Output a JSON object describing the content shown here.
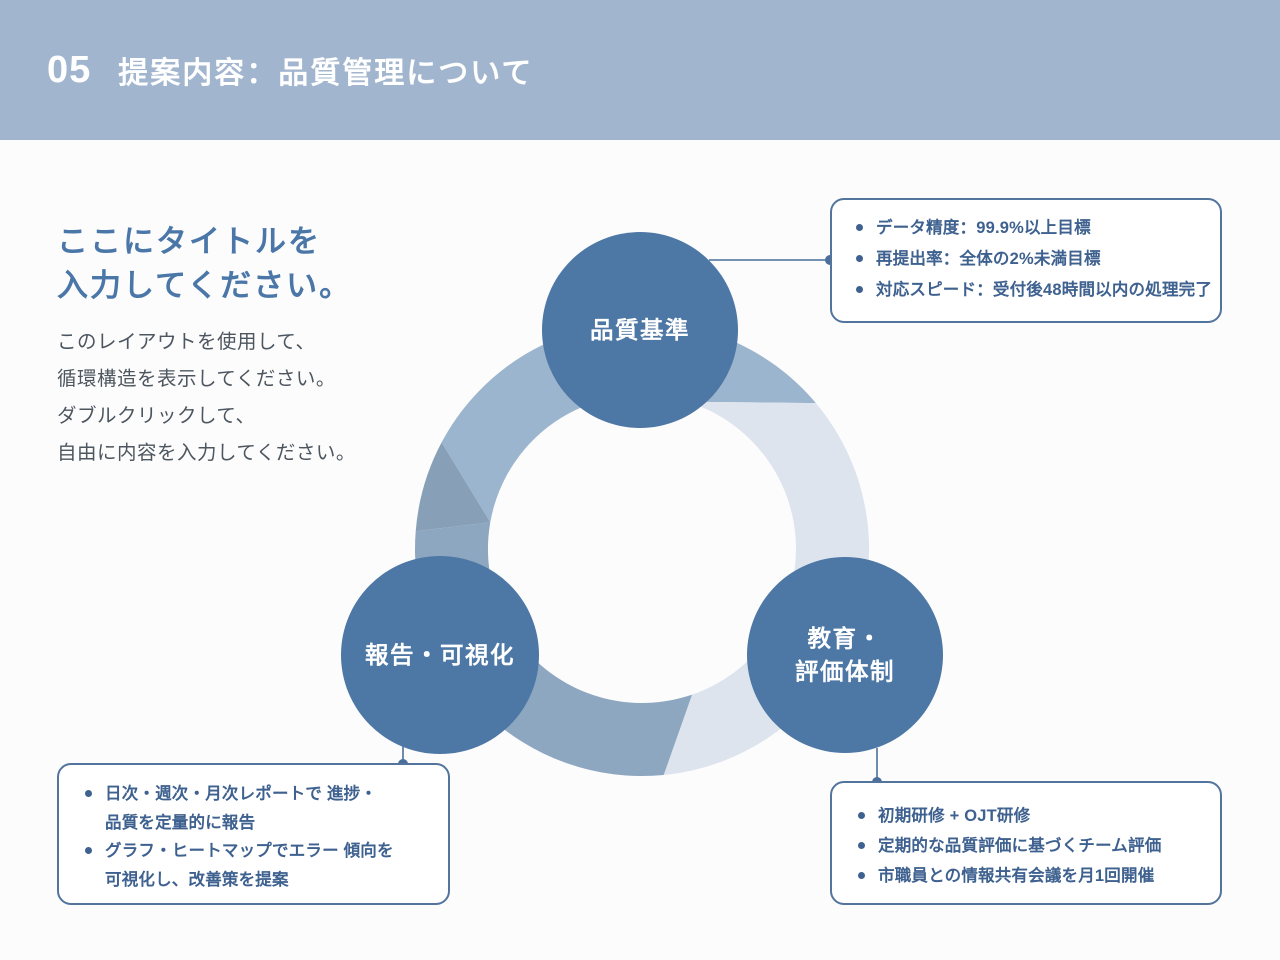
{
  "colors": {
    "banner": "#a1b6ce",
    "accent_blue": "#4d77a4",
    "ring_medium": "#9cb5ce",
    "ring_light": "#dde4ee",
    "ring_deep": "#8ea7c0",
    "ring_wedge": "#87a0b8",
    "connector": "#4a6f9a",
    "callout_border": "#53759d",
    "callout_text": "#3e618f",
    "title_text": "#4a76a8",
    "body_text": "#4d565f"
  },
  "header": {
    "number": "05",
    "title": "提案内容：品質管理について"
  },
  "intro": {
    "title": "ここにタイトルを\n入力してください。",
    "body": "このレイアウトを使用して、\n循環構造を表示してください。\nダブルクリックして、\n自由に内容を入力してください。"
  },
  "cycle": {
    "nodes": [
      {
        "id": "quality-standards",
        "label": "品質基準"
      },
      {
        "id": "reporting-visualization",
        "label": "報告・可視化"
      },
      {
        "id": "education-evaluation",
        "label": "教育・\n評価体制"
      }
    ]
  },
  "callouts": [
    {
      "id": "quality-standards",
      "items": [
        "データ精度：99.9%以上目標",
        "再提出率：全体の2%未満目標",
        "対応スピード：受付後48時間以内の処理完了"
      ]
    },
    {
      "id": "reporting-visualization",
      "items": [
        "日次・週次・月次レポートで 進捗・\n品質を定量的に報告",
        "グラフ・ヒートマップでエラー 傾向を\n可視化し、改善策を提案"
      ]
    },
    {
      "id": "education-evaluation",
      "items": [
        "初期研修 + OJT研修",
        "定期的な品質評価に基づくチーム評価",
        "市職員との情報共有会議を月1回開催"
      ]
    }
  ]
}
